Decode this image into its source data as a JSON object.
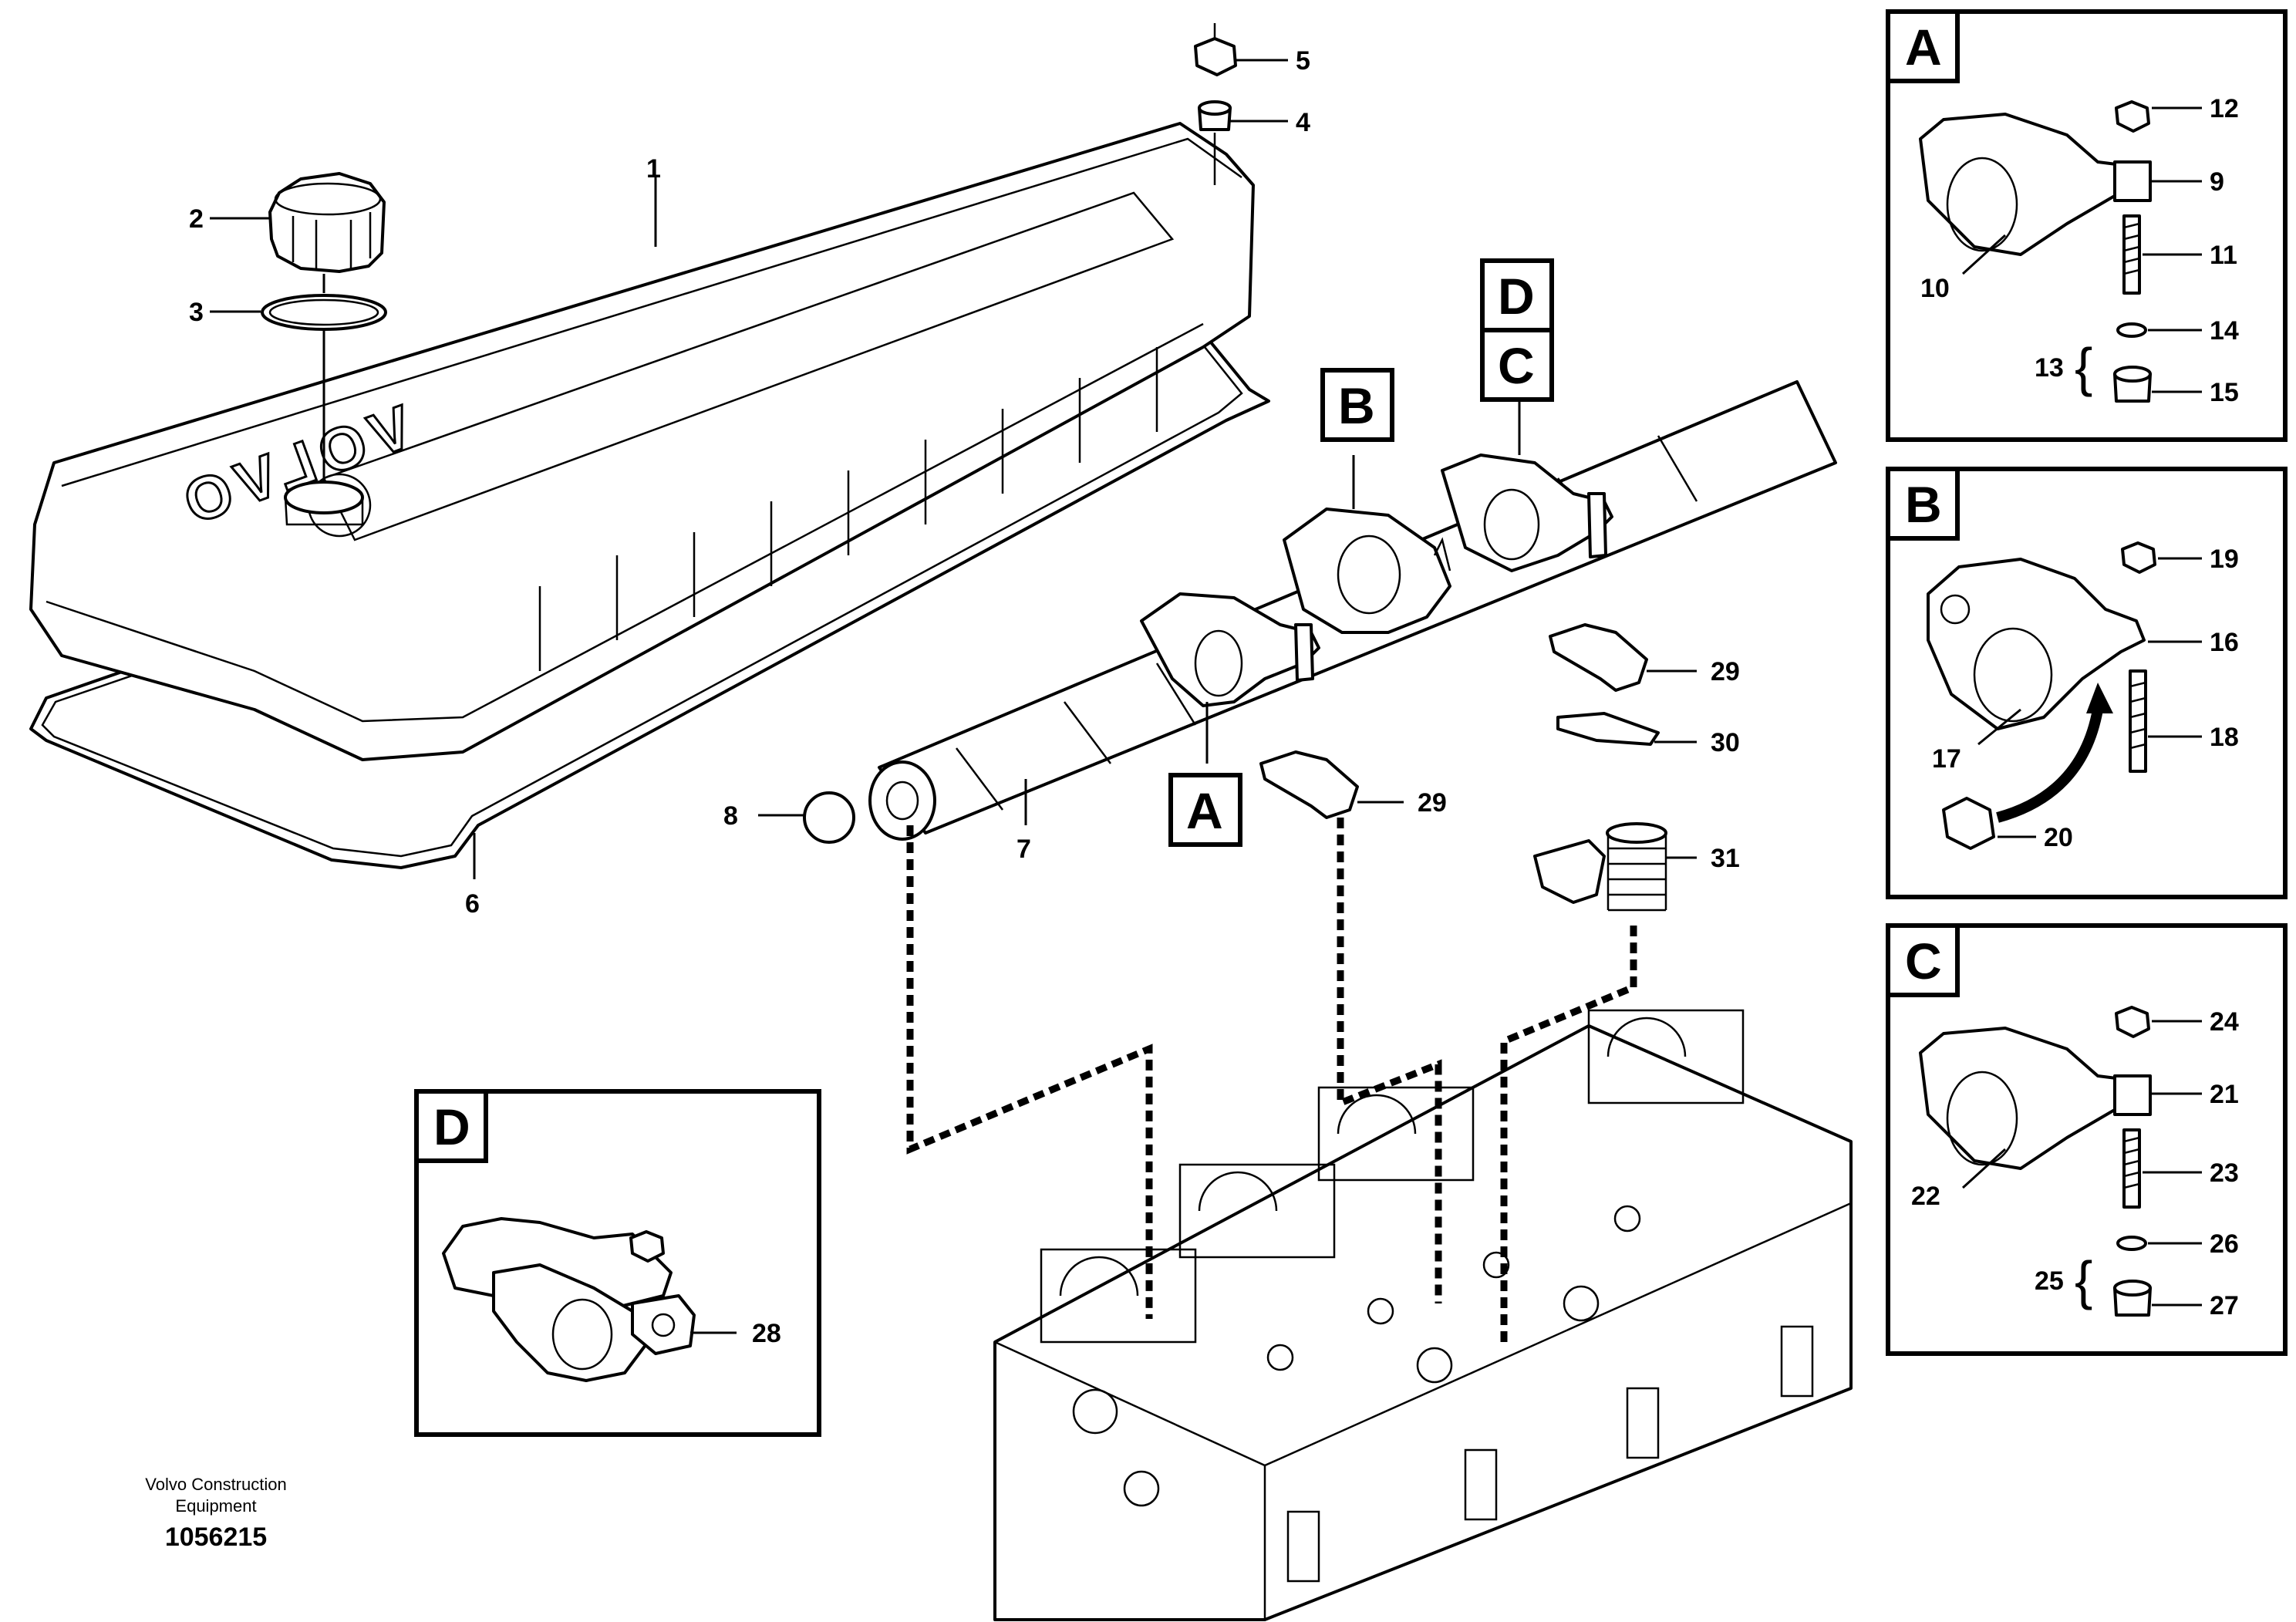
{
  "callouts": {
    "c1": "1",
    "c2": "2",
    "c3": "3",
    "c4": "4",
    "c5": "5",
    "c6": "6",
    "c7": "7",
    "c8": "8",
    "c9": "9",
    "c10": "10",
    "c11": "11",
    "c12": "12",
    "c13": "13",
    "c14": "14",
    "c15": "15",
    "c16": "16",
    "c17": "17",
    "c18": "18",
    "c19": "19",
    "c20": "20",
    "c21": "21",
    "c22": "22",
    "c23": "23",
    "c24": "24",
    "c25": "25",
    "c26": "26",
    "c27": "27",
    "c28": "28",
    "c29a": "29",
    "c29b": "29",
    "c30": "30",
    "c31": "31"
  },
  "detail_labels": {
    "a": "A",
    "b": "B",
    "c": "C",
    "d": "D"
  },
  "cover_logo": "VOLVO",
  "footer": {
    "publisher_line1": "Volvo Construction",
    "publisher_line2": "Equipment",
    "drawing_number": "1056215"
  }
}
